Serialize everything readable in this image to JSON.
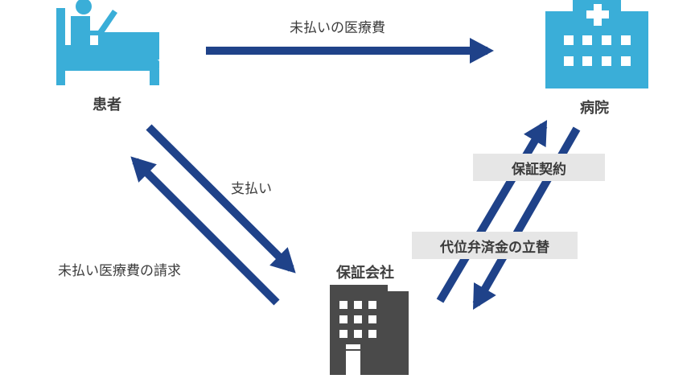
{
  "nodes": {
    "patient": {
      "label": "患者",
      "icon": "patient-in-bed-icon"
    },
    "hospital": {
      "label": "病院",
      "icon": "hospital-building-icon"
    },
    "insurer": {
      "label": "保証会社",
      "icon": "office-building-icon"
    }
  },
  "edges": {
    "patient_to_hospital": "未払いの医療費",
    "patient_to_insurer": "支払い",
    "insurer_to_patient": "未払い医療費の請求",
    "insurer_to_hospital": "保証契約",
    "hospital_to_insurer": "代位弁済金の立替"
  },
  "colors": {
    "arrow": "#1f4289",
    "icon_blue": "#3aaed8",
    "icon_gray": "#4a4a4a",
    "label_bg": "#e6e6e6"
  }
}
